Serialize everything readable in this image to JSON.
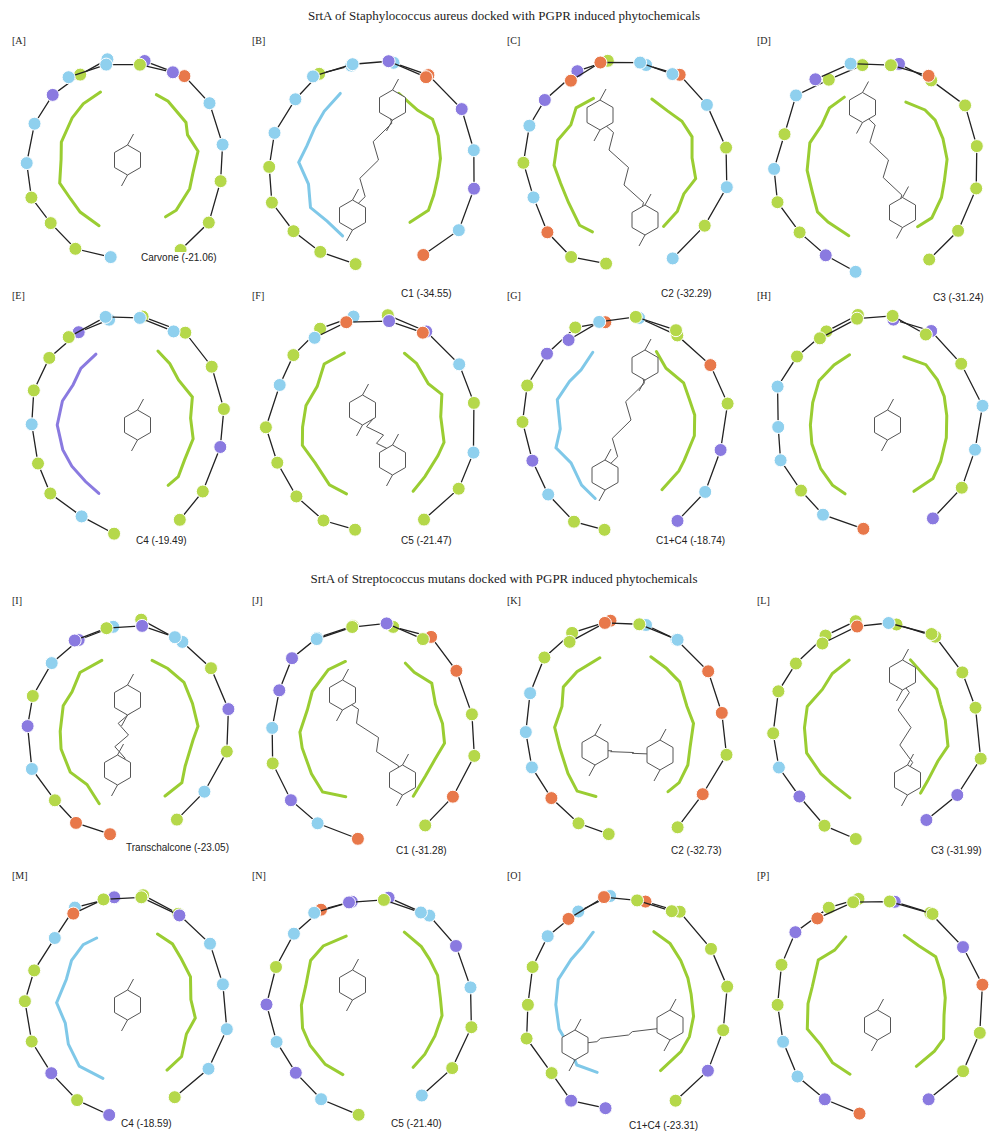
{
  "diagram": {
    "title": "SrtA of Staphylococcus aureus docked with PGPR induced phytochemicals",
    "labels": [
      "SrtA of Streptococcus mutans docked with PGPR induced phytochemicals",
      "[A]",
      "Carvone (-21.06)",
      "[B]",
      "C1 (-34.55)",
      "[C]",
      "C2 (-32.29)",
      "[D]",
      "C3 (-31.24)",
      "[E]",
      "C4 (-19.49)",
      "[F]",
      "C5 (-21.47)",
      "[G]",
      "C1+C4 (-18.74)",
      "[H]",
      "[I]",
      "Transchalcone (-23.05)",
      "[J]",
      "C1 (-31.28)",
      "[K]",
      "C2 (-32.73)",
      "[L]",
      "C3 (-31.99)",
      "[M]",
      "C4 (-18.59)",
      "[N]",
      "C5 (-21.40)",
      "[O]",
      "C1+C4 (-23.31)",
      "[P]"
    ]
  }
}
